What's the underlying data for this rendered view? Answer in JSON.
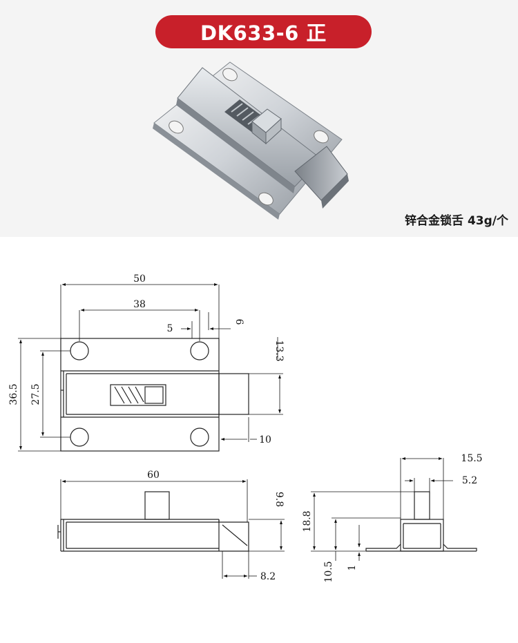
{
  "header": {
    "title": "DK633-6 正"
  },
  "product_photo": {
    "caption": "锌合金锁舌 43g/个",
    "icon": "door-latch-photo"
  },
  "top_view": {
    "dims": {
      "overall_width": "50",
      "hole_spacing": "38",
      "hole_offset_left": "5",
      "hole_offset_right": "6",
      "overall_height": "36.5",
      "hole_vertical_spacing": "27.5",
      "bolt_height": "13.3",
      "bolt_protrusion": "10"
    }
  },
  "front_view": {
    "dims": {
      "overall_length": "60",
      "height": "9.8",
      "chamfer": "8.2"
    }
  },
  "side_view": {
    "dims": {
      "width": "15.5",
      "knob_width": "5.2",
      "total_height": "18.8",
      "body_height": "10.5",
      "plate_thickness": "1"
    }
  },
  "colors": {
    "accent": "#c8202a",
    "line": "#222222"
  }
}
